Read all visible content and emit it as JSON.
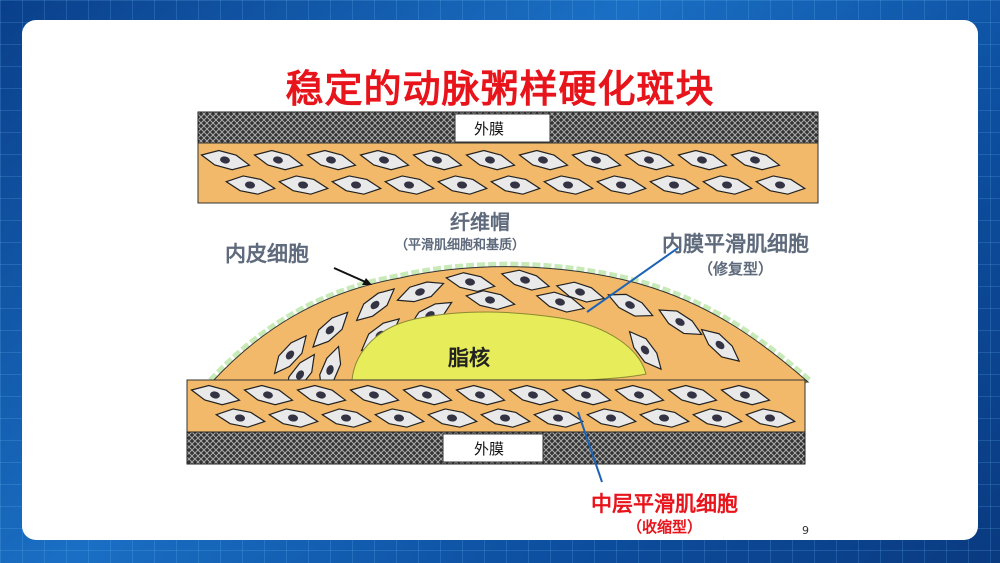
{
  "slide": {
    "title": "稳定的动脉粥样硬化斑块",
    "page_number": "9"
  },
  "diagram": {
    "adventitia_top": "外膜",
    "adventitia_bottom": "外膜",
    "fibrous_cap": "纤维帽",
    "fibrous_cap_note": "（平滑肌细胞和基质）",
    "endothelial_cells": "内皮细胞",
    "intimal_smc": "内膜平滑肌细胞",
    "intimal_smc_note": "（修复型）",
    "lipid_core": "脂核",
    "medial_smc": "中层平滑肌细胞",
    "medial_smc_note": "（收缩型）"
  },
  "colors": {
    "title": "#e8141b",
    "tissue": "#f2b96a",
    "lipid": "#e6ec5a",
    "label_grey": "#5f6b7c",
    "pointer_blue": "#1e63b4",
    "endothelium": "#c8eab8"
  }
}
